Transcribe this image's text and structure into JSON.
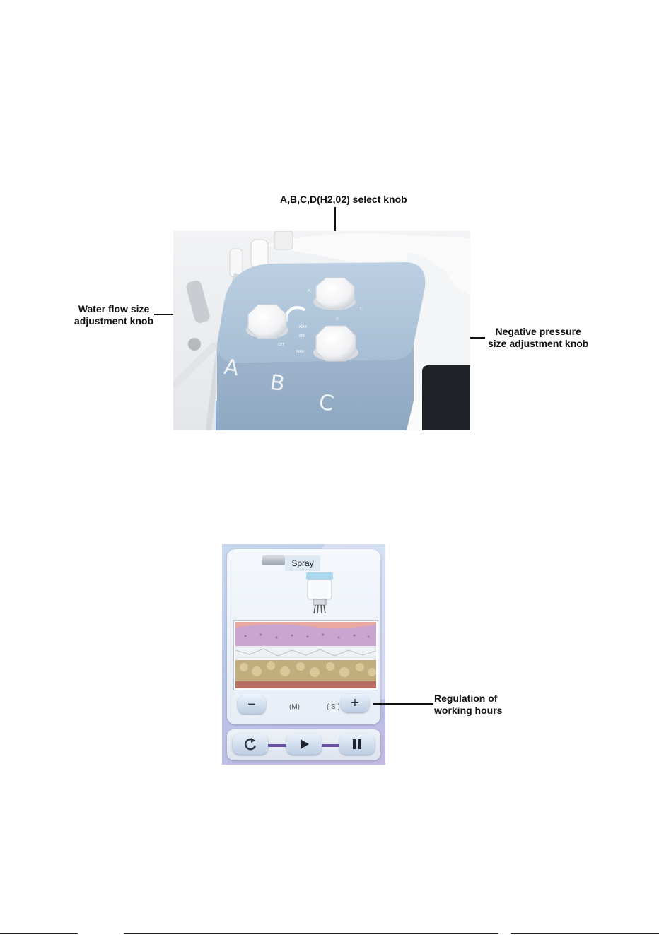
{
  "figure1": {
    "labels": {
      "select_knob": "A,B,C,D(H2,02) select knob",
      "water_flow": [
        "Water flow size",
        "adjustment knob"
      ],
      "negative_pressure": [
        "Negative pressure",
        "size adjustment knob"
      ]
    },
    "panel_letters": [
      "A",
      "B",
      "C"
    ]
  },
  "figure2": {
    "tab_label": "Spray",
    "minus_symbol": "−",
    "plus_symbol": "+",
    "unit_minutes": "(M)",
    "unit_seconds": "( S )",
    "callout": [
      "Regulation of",
      "working hours"
    ],
    "controls": {
      "restart_icon": "restart-icon",
      "play_icon": "play-icon",
      "pause_icon": "pause-icon"
    }
  },
  "colors": {
    "machine_blue": "#a9c0d6",
    "panel_bg": "#c3c9ea",
    "accent_line": "#6a4fb0"
  }
}
